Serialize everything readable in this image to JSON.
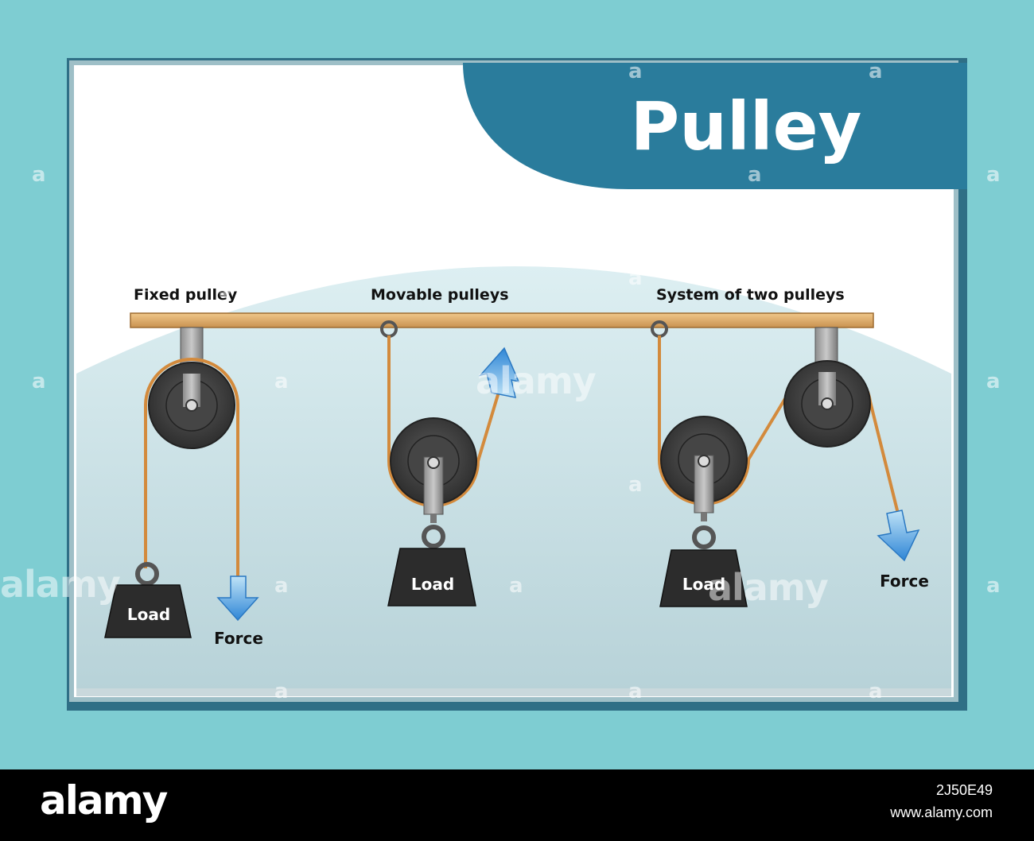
{
  "title": "Pulley",
  "sections": [
    {
      "label": "Fixed pulley",
      "load_label": "Load",
      "force_label": "Force"
    },
    {
      "label": "Movable pulleys",
      "load_label": "Load"
    },
    {
      "label": "System of two pulleys",
      "load_label": "Load",
      "force_label": "Force"
    }
  ],
  "watermark": {
    "small": "a",
    "big": "alamy"
  },
  "footer": {
    "logo": "alamy",
    "image_id": "2J50E49",
    "url": "www.alamy.com"
  },
  "colors": {
    "outer_background": "#7ecdd2",
    "frame": "#2f6f86",
    "title_banner": "#2a7c9c",
    "panel_top": "#ffffff",
    "panel_bottom": "#b9d6dc",
    "beam": "#d9a764",
    "rope": "#d38a3c",
    "pulley": "#3c3c3c",
    "load": "#2c2c2c",
    "force_arrow": "#3d9be0"
  }
}
